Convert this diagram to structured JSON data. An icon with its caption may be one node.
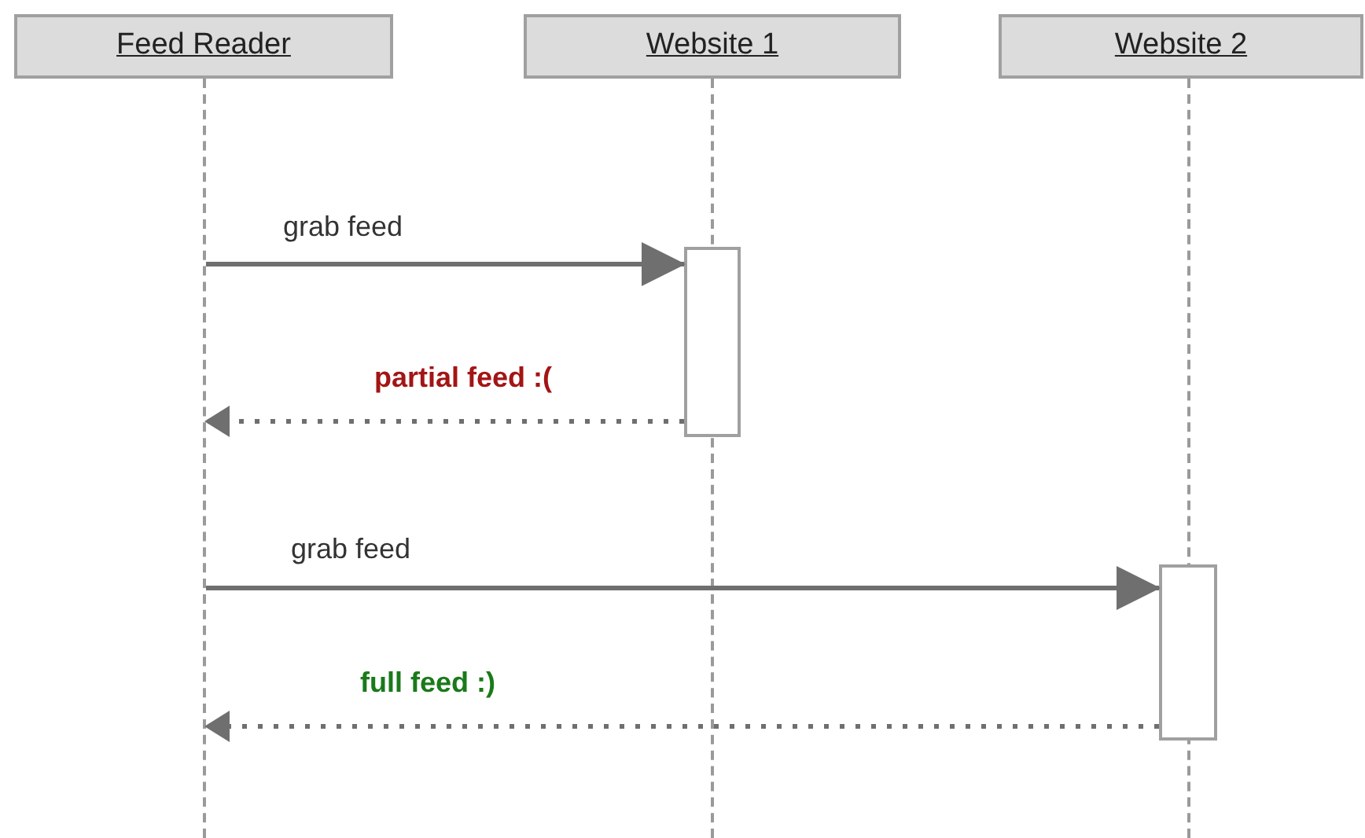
{
  "diagram": {
    "nodes": [
      {
        "text": [
          "Feed Reader"
        ]
      },
      {
        "text": [
          "Website 1"
        ]
      },
      {
        "text": [
          "Website 2"
        ]
      },
      {
        "text": [],
        "shape": "line"
      },
      {
        "text": [],
        "shape": "line"
      },
      {
        "text": [],
        "shape": "line"
      },
      {
        "text": [],
        "shape": "box"
      },
      {
        "text": [],
        "shape": "box"
      }
    ],
    "edges": [
      {
        "from": 3,
        "to": 6,
        "arrow": "to",
        "label": "grab feed"
      },
      {
        "from": 6,
        "to": 3,
        "arrow": "to",
        "label": "partial feed :(",
        "style": "dashed"
      },
      {
        "from": 3,
        "to": 7,
        "arrow": "to",
        "label": "grab feed"
      },
      {
        "from": 7,
        "to": 3,
        "arrow": "to",
        "label": "full feed :)",
        "style": "dashed"
      }
    ]
  }
}
